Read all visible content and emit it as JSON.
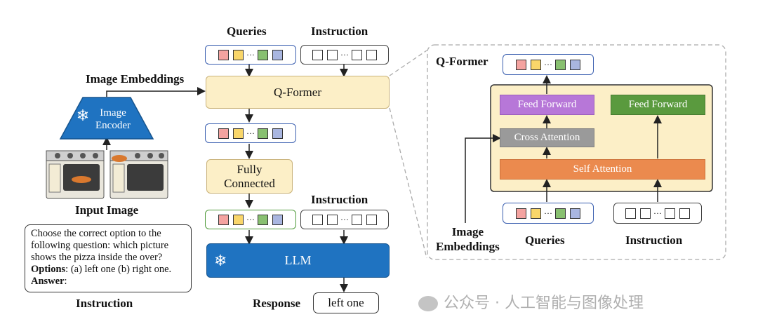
{
  "colors": {
    "qformer_fill": "#fcefc7",
    "llm_fill": "#1f73c1",
    "feed_forward_purple": "#b777d8",
    "feed_forward_green": "#5a9a3e",
    "cross_attention": "#9a9a9a",
    "self_attention": "#eb8a4e",
    "token_red": "#f4a3a0",
    "token_yellow": "#f9d66a",
    "token_green": "#88c070",
    "token_blue": "#a9b6e0"
  },
  "left": {
    "queries_label": "Queries",
    "instruction_label_top": "Instruction",
    "image_embeddings_label": "Image Embeddings",
    "image_encoder_label_1": "Image",
    "image_encoder_label_2": "Encoder",
    "input_image_label": "Input Image",
    "qformer_label": "Q-Former",
    "fully_connected_1": "Fully",
    "fully_connected_2": "Connected",
    "instruction_label_mid": "Instruction",
    "llm_label": "LLM",
    "response_label": "Response",
    "response_value": "left one",
    "prompt_text": "Choose the correct option to the following question: which picture shows the pizza inside the over?",
    "prompt_options_label": "Options",
    "prompt_options_text": ": (a) left one (b) right one.",
    "prompt_answer_label": "Answer",
    "prompt_answer_text": ":",
    "instruction_caption": "Instruction",
    "dots": "···"
  },
  "right": {
    "qformer_title": "Q-Former",
    "feed_forward_left": "Feed Forward",
    "feed_forward_right": "Feed Forward",
    "cross_attention": "Cross Attention",
    "self_attention": "Self Attention",
    "image_embeddings_1": "Image",
    "image_embeddings_2": "Embeddings",
    "queries_label": "Queries",
    "instruction_label": "Instruction"
  },
  "watermark": "公众号 · 人工智能与图像处理",
  "icons": [
    "snowflake-icon",
    "oven-icon",
    "wechat-icon"
  ]
}
